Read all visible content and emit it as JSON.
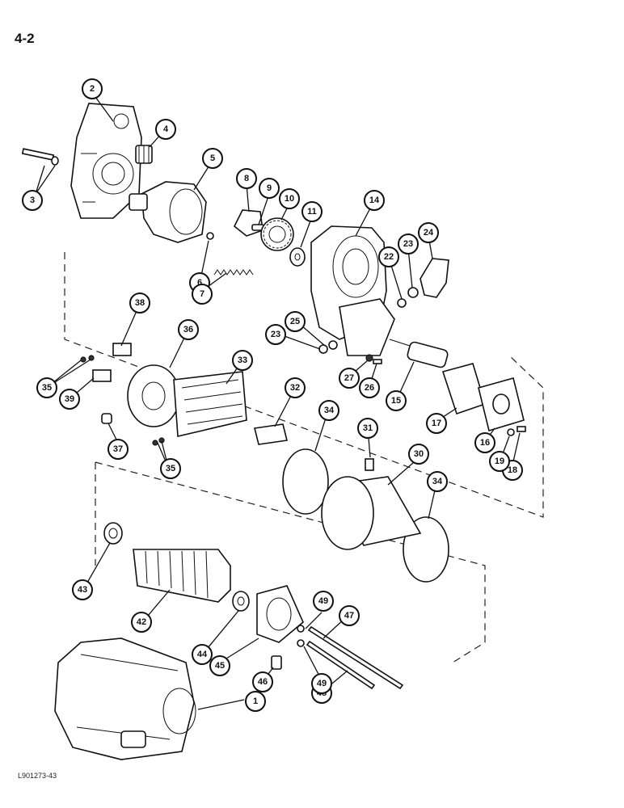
{
  "page_number": "4-2",
  "figure_code": "L901273-43",
  "callouts": [
    {
      "n": "1"
    },
    {
      "n": "2"
    },
    {
      "n": "3"
    },
    {
      "n": "4"
    },
    {
      "n": "5"
    },
    {
      "n": "6"
    },
    {
      "n": "7"
    },
    {
      "n": "8"
    },
    {
      "n": "9"
    },
    {
      "n": "10"
    },
    {
      "n": "11"
    },
    {
      "n": "14"
    },
    {
      "n": "15"
    },
    {
      "n": "16"
    },
    {
      "n": "17"
    },
    {
      "n": "18"
    },
    {
      "n": "19"
    },
    {
      "n": "22"
    },
    {
      "n": "23"
    },
    {
      "n": "23"
    },
    {
      "n": "24"
    },
    {
      "n": "25"
    },
    {
      "n": "26"
    },
    {
      "n": "27"
    },
    {
      "n": "30"
    },
    {
      "n": "31"
    },
    {
      "n": "32"
    },
    {
      "n": "33"
    },
    {
      "n": "34"
    },
    {
      "n": "34"
    },
    {
      "n": "35"
    },
    {
      "n": "35"
    },
    {
      "n": "36"
    },
    {
      "n": "37"
    },
    {
      "n": "38"
    },
    {
      "n": "39"
    },
    {
      "n": "42"
    },
    {
      "n": "43"
    },
    {
      "n": "44"
    },
    {
      "n": "45"
    },
    {
      "n": "46"
    },
    {
      "n": "47"
    },
    {
      "n": "48"
    },
    {
      "n": "49"
    },
    {
      "n": "49"
    }
  ]
}
